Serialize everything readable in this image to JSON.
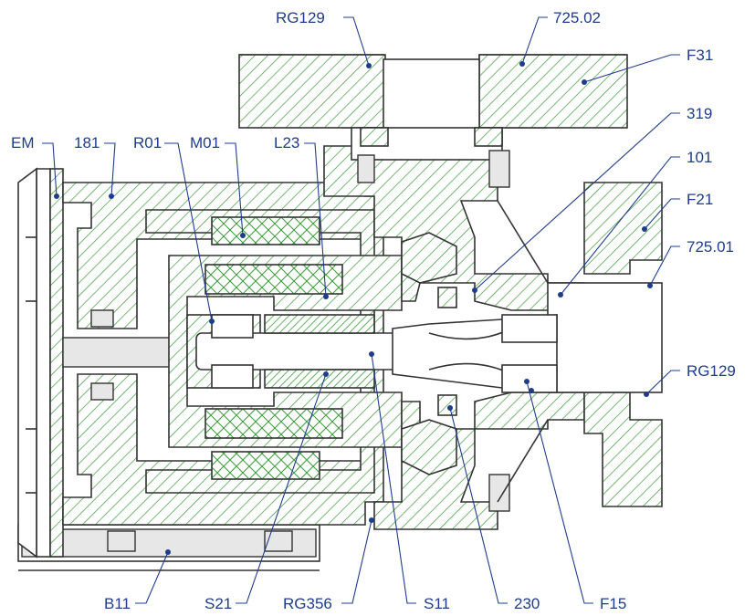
{
  "labels": {
    "rg129_top": "RG129",
    "n725_02": "725.02",
    "f31": "F31",
    "n319": "319",
    "em": "EM",
    "n181": "181",
    "r01": "R01",
    "m01": "M01",
    "l23": "L23",
    "n101": "101",
    "f21": "F21",
    "n725_01": "725.01",
    "rg129_right": "RG129",
    "b11": "B11",
    "s21": "S21",
    "rg356": "RG356",
    "s11": "S11",
    "n230": "230",
    "f15": "F15"
  },
  "colors": {
    "hatch": "#3a9a3a",
    "label": "#1f3c8c",
    "outline": "#333333"
  }
}
